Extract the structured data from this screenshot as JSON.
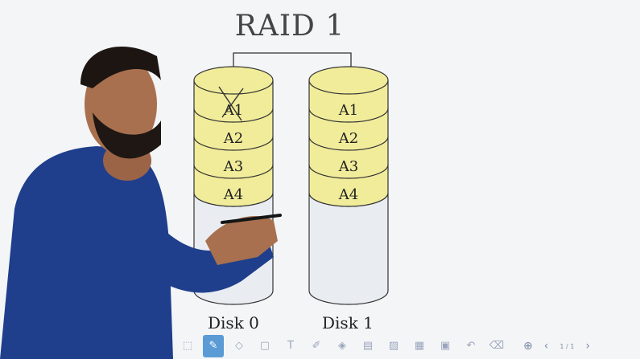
{
  "title": "RAID 1",
  "disks": [
    {
      "label": "Disk 0",
      "blocks": [
        "A1",
        "A2",
        "A3",
        "A4"
      ],
      "failed_block": "A1"
    },
    {
      "label": "Disk 1",
      "blocks": [
        "A1",
        "A2",
        "A3",
        "A4"
      ]
    }
  ],
  "colors": {
    "block_fill": "#f1ec9a",
    "empty_fill": "#e9edf2",
    "outline": "#333333",
    "toolbar_active": "#5b9bd5"
  },
  "toolbar": {
    "icons": [
      "select-icon",
      "pen-icon",
      "eraser-icon",
      "shape-icon",
      "text-icon",
      "highlighter-icon",
      "fill-icon",
      "insert-icon",
      "image-icon",
      "table-icon",
      "note-icon",
      "undo-icon",
      "clear-icon"
    ],
    "active_icon": "pen-icon"
  },
  "navigation": {
    "page_indicator": "1 / 1"
  }
}
